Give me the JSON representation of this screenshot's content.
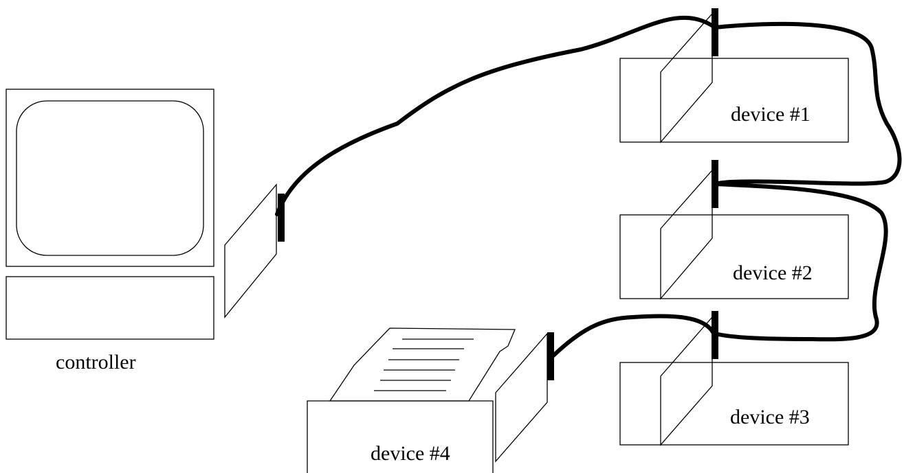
{
  "labels": {
    "controller": "controller",
    "device1": "device #1",
    "device2": "device #2",
    "device3": "device #3",
    "device4": "device #4"
  },
  "colors": {
    "line": "#000000",
    "background": "#ffffff"
  }
}
